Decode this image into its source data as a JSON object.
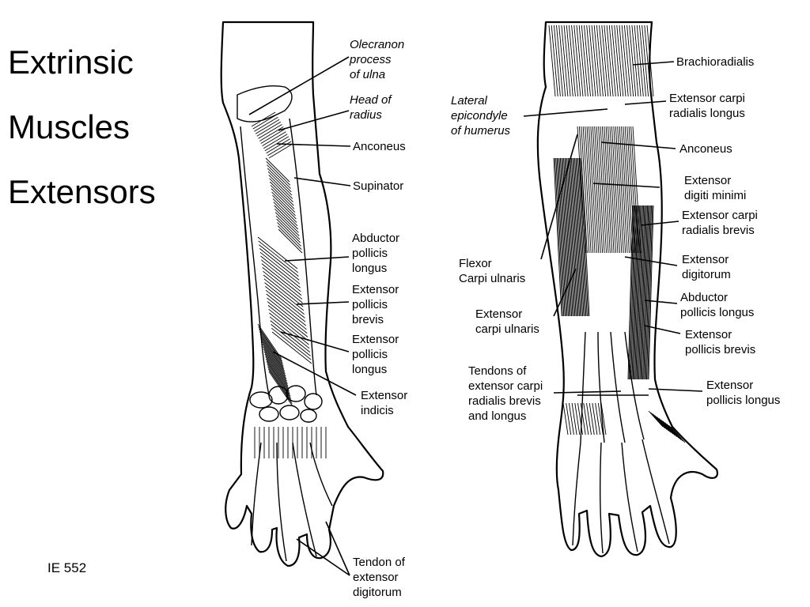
{
  "titles": [
    "Extrinsic",
    "Muscles",
    "Extensors"
  ],
  "footer": "IE 552",
  "left_labels": [
    {
      "text": "Olecranon\nprocess\nof ulna",
      "italic": true
    },
    {
      "text": "Head of\nradius",
      "italic": true
    },
    {
      "text": "Anconeus",
      "italic": false
    },
    {
      "text": "Supinator",
      "italic": false
    },
    {
      "text": "Abductor\npollicis\nlongus",
      "italic": false
    },
    {
      "text": "Extensor\npollicis\nbrevis",
      "italic": false
    },
    {
      "text": "Extensor\npollicis\nlongus",
      "italic": false
    },
    {
      "text": "Extensor\nindicis",
      "italic": false
    },
    {
      "text": "Tendon of\nextensor\ndigitorum",
      "italic": false
    }
  ],
  "right_labels": [
    {
      "text": "Brachioradialis",
      "italic": false
    },
    {
      "text": "Lateral\nepicondyle\nof humerus",
      "italic": true
    },
    {
      "text": "Extensor carpi\nradialis longus",
      "italic": false
    },
    {
      "text": "Anconeus",
      "italic": false
    },
    {
      "text": "Extensor\ndigiti minimi",
      "italic": false
    },
    {
      "text": "Extensor carpi\nradialis brevis",
      "italic": false
    },
    {
      "text": "Flexor\nCarpi ulnaris",
      "italic": false
    },
    {
      "text": "Extensor\ndigitorum",
      "italic": false
    },
    {
      "text": "Extensor\ncarpi ulnaris",
      "italic": false
    },
    {
      "text": "Abductor\npollicis longus",
      "italic": false
    },
    {
      "text": "Extensor\npollicis brevis",
      "italic": false
    },
    {
      "text": "Tendons of\nextensor carpi\nradialis brevis\nand longus",
      "italic": false
    },
    {
      "text": "Extensor\npollicis longus",
      "italic": false
    }
  ]
}
